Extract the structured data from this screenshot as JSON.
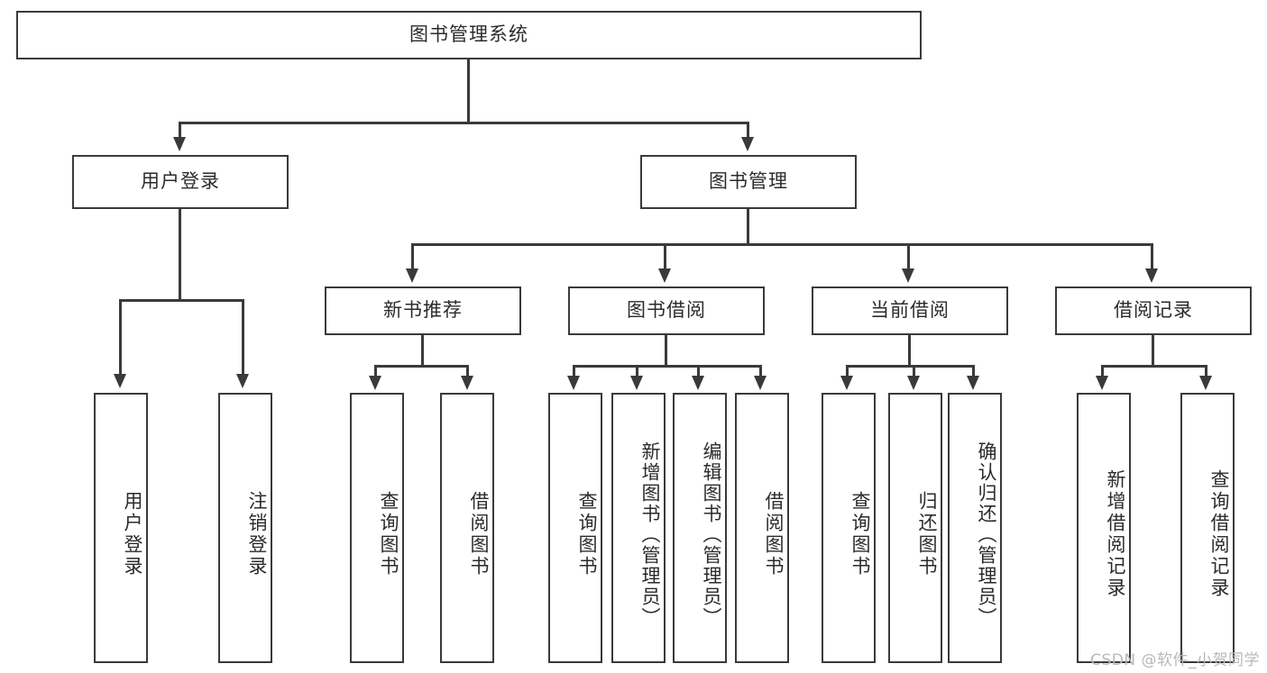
{
  "diagram": {
    "type": "tree-hierarchy",
    "title": "图书管理系统",
    "root": {
      "label": "图书管理系统"
    },
    "level2": [
      {
        "label": "用户登录"
      },
      {
        "label": "图书管理"
      }
    ],
    "level3": [
      {
        "label": "新书推荐"
      },
      {
        "label": "图书借阅"
      },
      {
        "label": "当前借阅"
      },
      {
        "label": "借阅记录"
      }
    ],
    "leaves": {
      "user_login": [
        {
          "label": "用户登录"
        },
        {
          "label": "注销登录"
        }
      ],
      "new_book_recommend": [
        {
          "label": "查询图书"
        },
        {
          "label": "借阅图书"
        }
      ],
      "book_borrow": [
        {
          "label": "查询图书"
        },
        {
          "label": "新增图书（管理员）"
        },
        {
          "label": "编辑图书（管理员）"
        },
        {
          "label": "借阅图书"
        }
      ],
      "current_borrow": [
        {
          "label": "查询图书"
        },
        {
          "label": "归还图书"
        },
        {
          "label": "确认归还（管理员）"
        }
      ],
      "borrow_record": [
        {
          "label": "新增借阅记录"
        },
        {
          "label": "查询借阅记录"
        }
      ]
    }
  },
  "watermark": {
    "text": "CSDN @软件_小贺同学"
  },
  "colors": {
    "border": "#3a3a3a",
    "text": "#2b2b2b",
    "background": "#ffffff",
    "watermark": "#b8b8b8"
  }
}
